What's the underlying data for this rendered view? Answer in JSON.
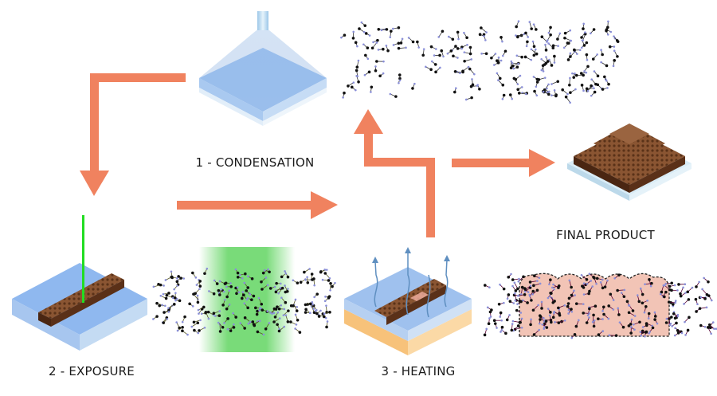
{
  "labels": {
    "condensation": "1 - CONDENSATION",
    "exposure": "2 - EXPOSURE",
    "heating": "3 - HEATING",
    "final_product": "FINAL PRODUCT"
  },
  "colors": {
    "arrow": "#f0825f",
    "substrate_blue": "#8fb9ef",
    "laser_green": "#22dd22",
    "brown": "#7a4a2c",
    "heater_orange": "#f7c27a",
    "region_pink": "#f2c4b6"
  }
}
